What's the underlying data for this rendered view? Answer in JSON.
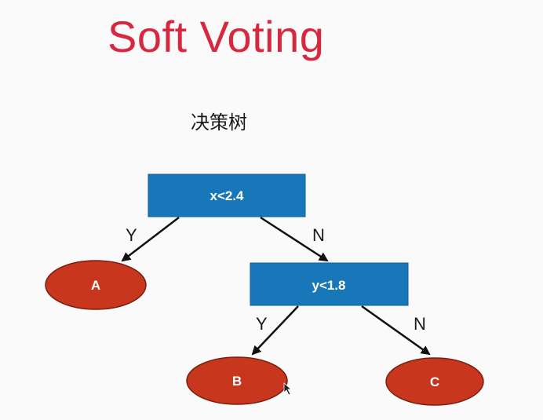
{
  "title": "Soft Voting",
  "subtitle": "决策树",
  "tree": {
    "root": {
      "label": "x<2.4"
    },
    "inner": {
      "label": "y<1.8"
    },
    "leaves": {
      "a": "A",
      "b": "B",
      "c": "C"
    },
    "edges": {
      "root_yes": "Y",
      "root_no": "N",
      "inner_yes": "Y",
      "inner_no": "N"
    }
  },
  "colors": {
    "title": "#d6283e",
    "decision_node": "#1877b9",
    "leaf_node": "#c8361d",
    "edge": "#111111"
  }
}
